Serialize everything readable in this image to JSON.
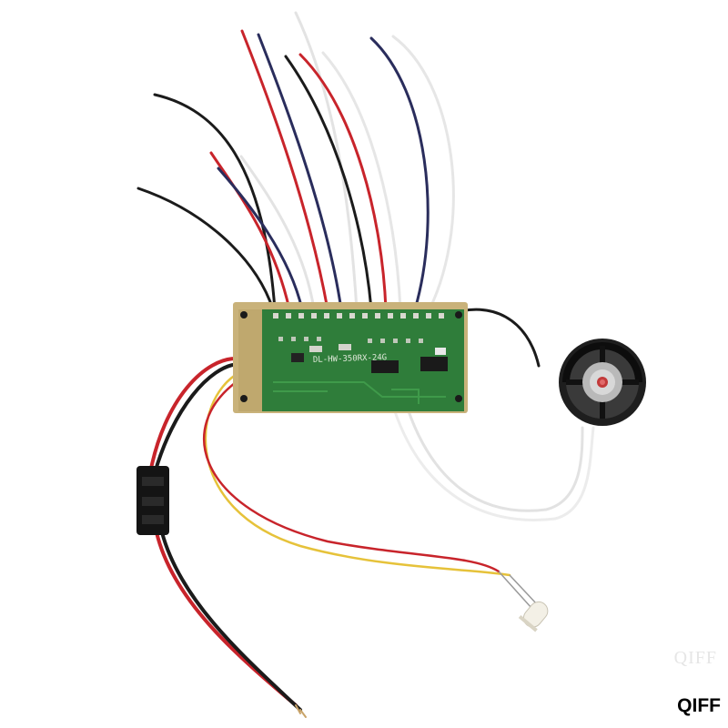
{
  "board": {
    "silkscreen": "DL-HW-350RX-24G"
  },
  "watermark": {
    "faint": "QIFF",
    "brand": "QIFF"
  },
  "colors": {
    "background": "#ffffff",
    "pcb_green": "#2f7d3a",
    "pcb_edge": "#c9b27a",
    "wire_black": "#1b1b1b",
    "wire_red": "#c8242b",
    "wire_white": "#e9e9e9",
    "wire_blue": "#2a2d5c",
    "wire_yellow": "#e6c23a",
    "connector": "#141414",
    "speaker": "#1e1e1e"
  }
}
